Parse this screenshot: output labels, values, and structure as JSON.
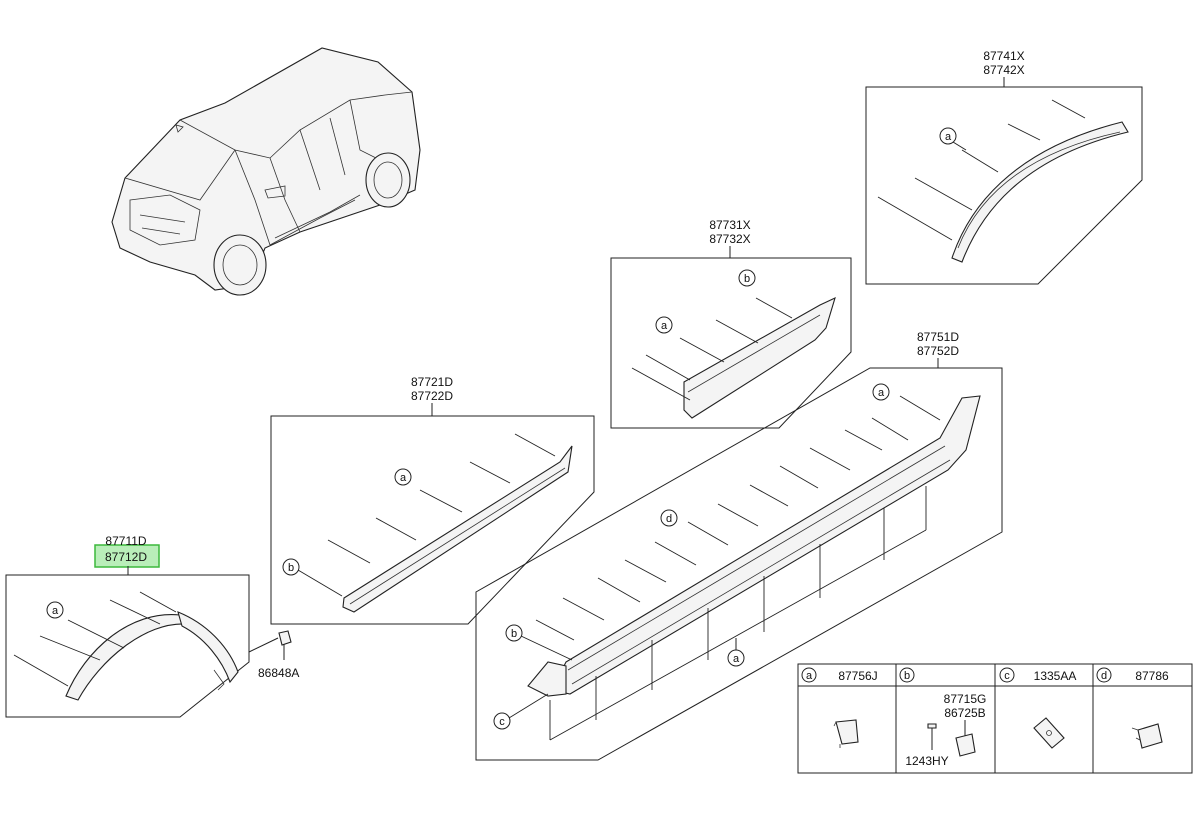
{
  "groups": {
    "rear_arch": {
      "pn1": "87741X",
      "pn2": "87742X"
    },
    "front_door": {
      "pn1": "87731X",
      "pn2": "87732X"
    },
    "front_arch": {
      "pn1": "87711D",
      "pn2": "87712D"
    },
    "front_molding": {
      "pn1": "87721D",
      "pn2": "87722D"
    },
    "side_sill": {
      "pn1": "87751D",
      "pn2": "87752D"
    }
  },
  "loose_part": {
    "pn": "86848A"
  },
  "callouts": {
    "a": "a",
    "b": "b",
    "c": "c",
    "d": "d"
  },
  "legend": {
    "a": {
      "letter": "a",
      "pn": "87756J"
    },
    "b": {
      "letter": "b",
      "pn1": "87715G",
      "pn2": "86725B",
      "pn3": "1243HY"
    },
    "c": {
      "letter": "c",
      "pn": "1335AA"
    },
    "d": {
      "letter": "d",
      "pn": "87786"
    }
  },
  "highlight": {
    "color": "#7fe07f"
  }
}
